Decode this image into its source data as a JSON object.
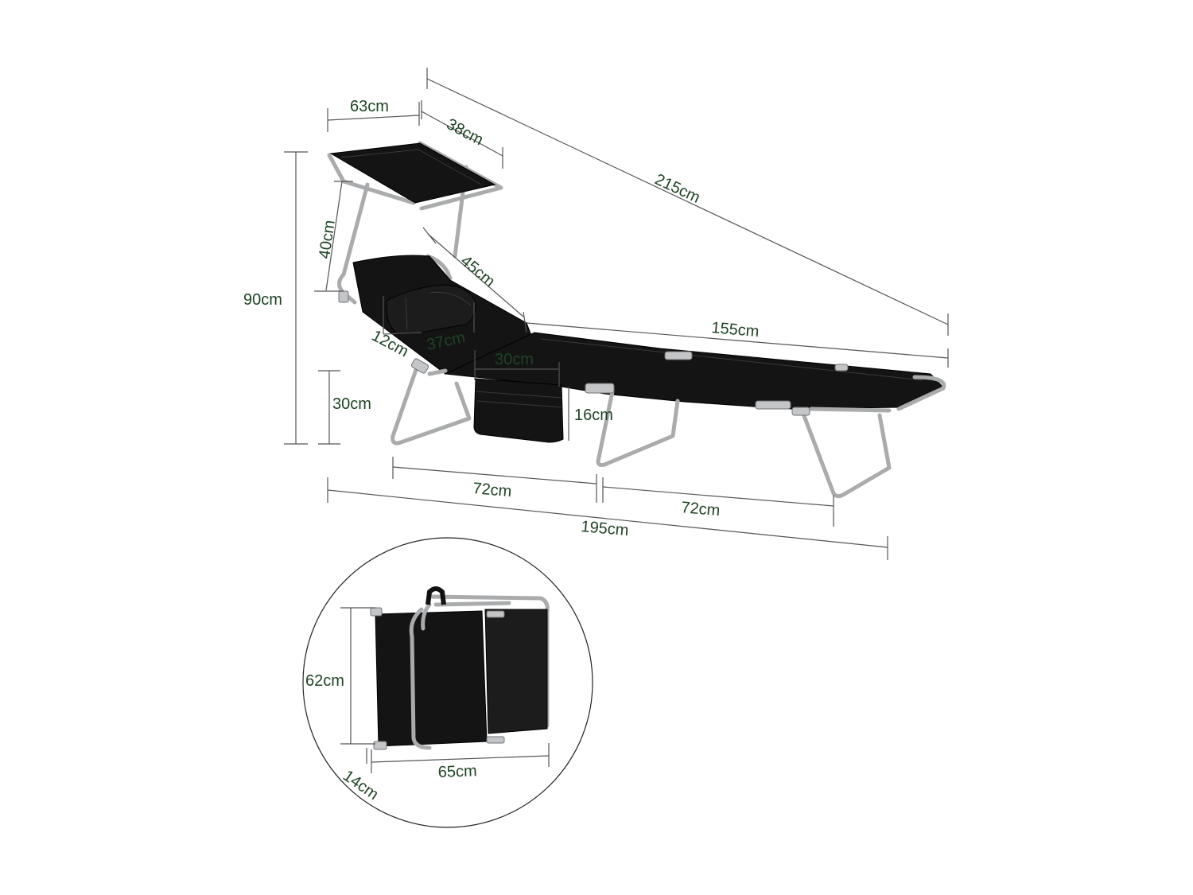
{
  "diagram": {
    "colors": {
      "label": "#1e4424",
      "dimension_line": "#555555",
      "fabric": "#141414",
      "frame": "#a9abad"
    },
    "dimensions": {
      "canopy_width": "63cm",
      "canopy_depth": "38cm",
      "total_length_diagonal": "215cm",
      "canopy_height": "40cm",
      "backrest_length": "45cm",
      "total_height": "90cm",
      "bed_length": "155cm",
      "pillow_depth": "12cm",
      "pillow_width": "37cm",
      "pocket_width": "30cm",
      "pocket_height": "16cm",
      "seat_height": "30cm",
      "leg_spacing_front": "72cm",
      "leg_spacing_rear": "72cm",
      "total_length": "195cm"
    },
    "folded": {
      "height": "62cm",
      "width": "65cm",
      "thickness": "14cm"
    }
  }
}
